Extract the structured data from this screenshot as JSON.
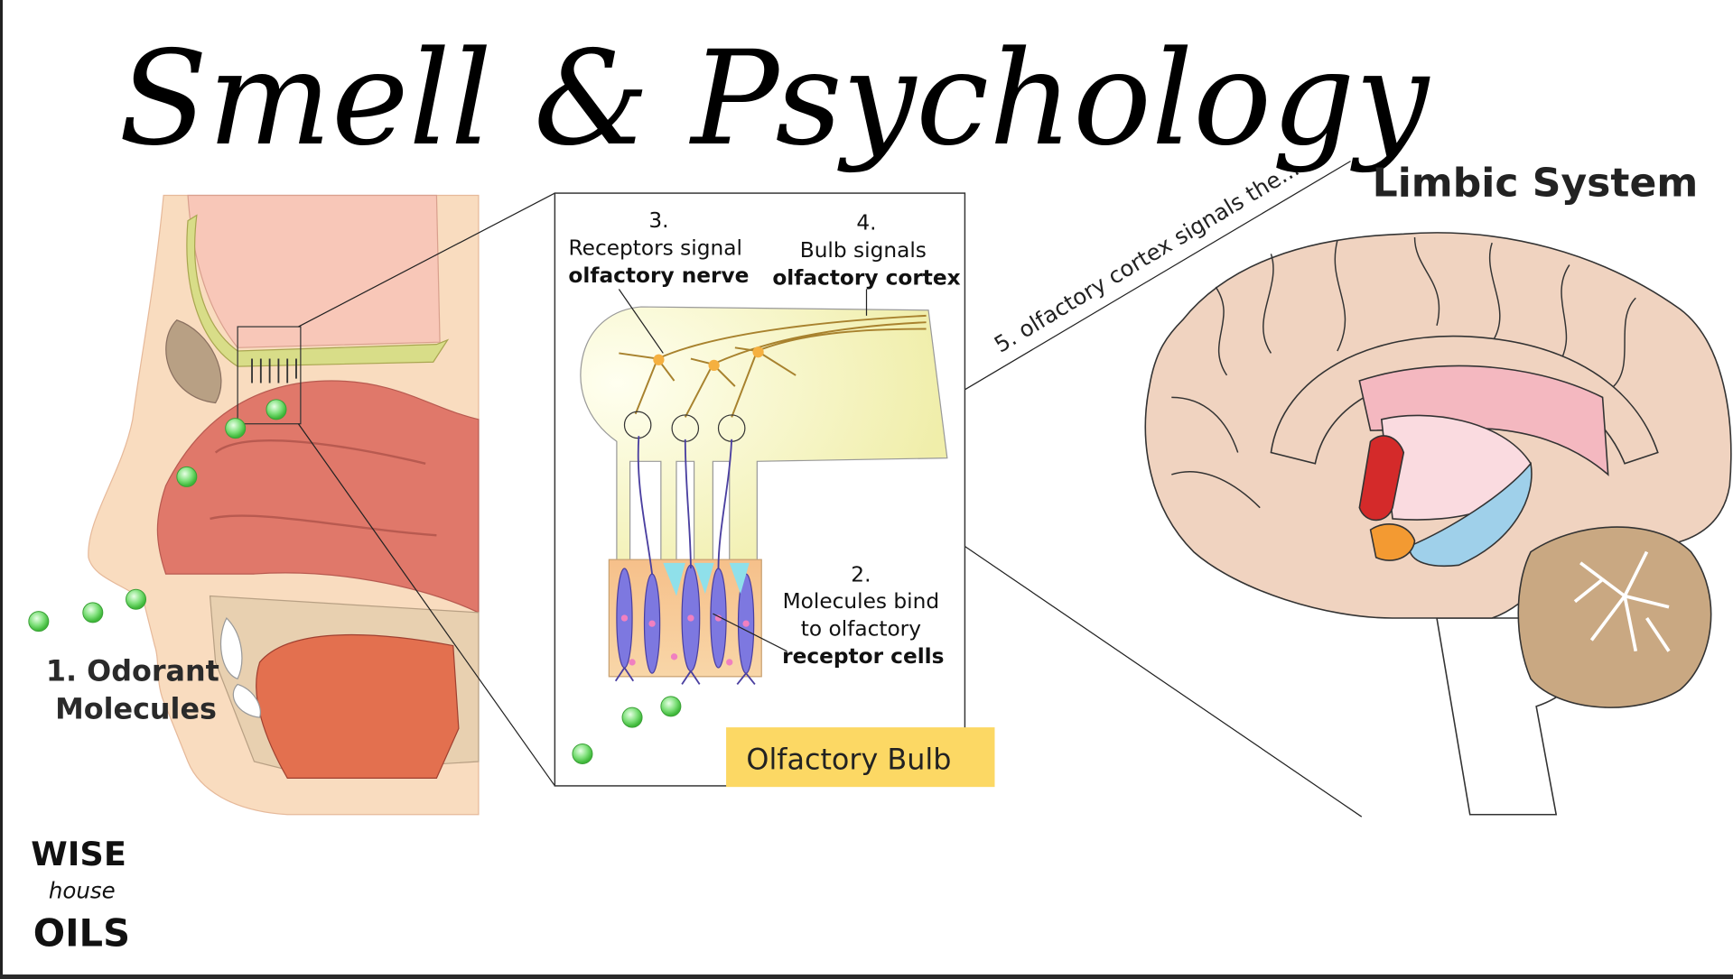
{
  "title": "Smell & Psychology",
  "limbic_label": "Limbic System",
  "step1": {
    "line1": "1. Odorant",
    "line2": "Molecules"
  },
  "step2": {
    "num": "2.",
    "line1": "Molecules bind",
    "line2": "to olfactory",
    "line3": "receptor cells"
  },
  "step3": {
    "num": "3.",
    "line1": "Receptors signal",
    "line2": "olfactory nerve"
  },
  "step4": {
    "num": "4.",
    "line1": "Bulb signals",
    "line2": "olfactory cortex"
  },
  "step5": "5. olfactory cortex signals the...",
  "bulb_label": "Olfactory Bulb",
  "logo": {
    "line1": "WISE",
    "line2": "house",
    "line3": "OILS"
  },
  "colors": {
    "bulb_label_bg": "#fcd864",
    "molecule": "#7ee07a",
    "skin": "#f9dcbf",
    "brain": "#f0d3c0",
    "nasal": "#e0786a"
  }
}
